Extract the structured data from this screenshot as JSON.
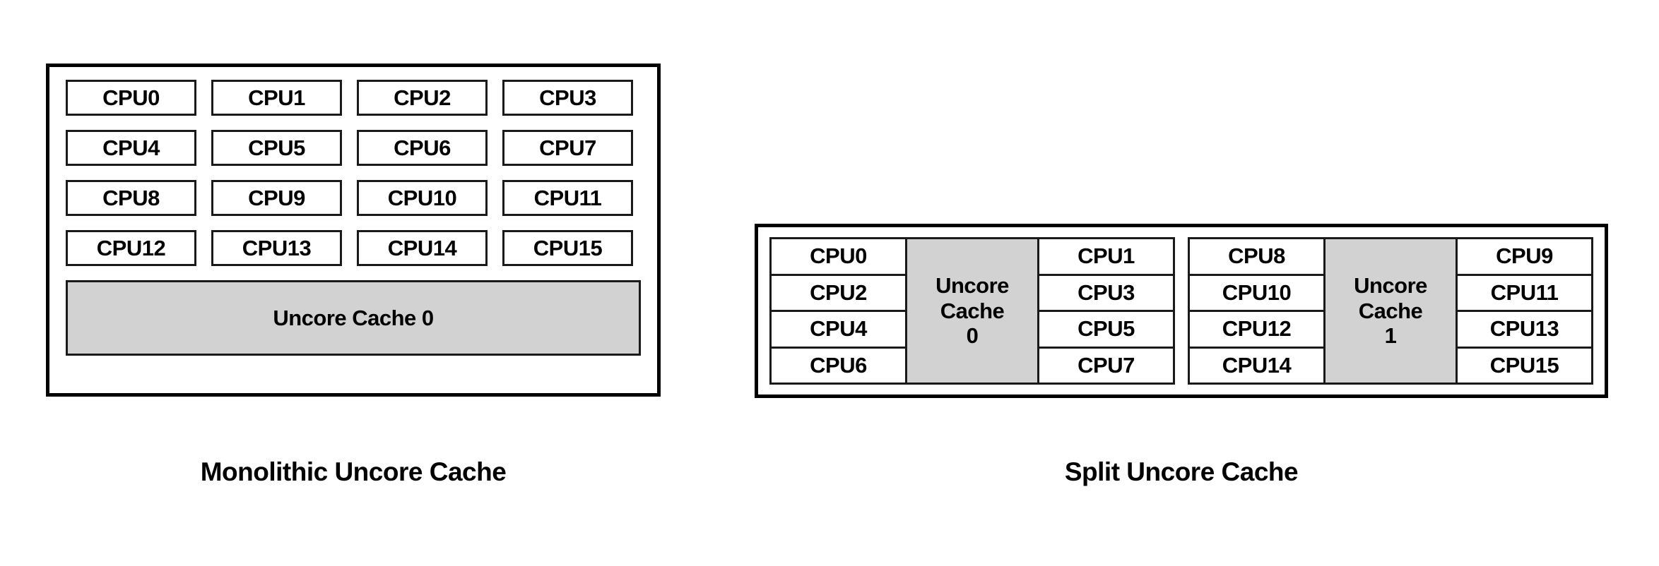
{
  "background_color": "#ffffff",
  "cache_fill_color": "#d2d2d2",
  "border_color": "#000000",
  "text_color": "#000000",
  "figures": {
    "monolithic": {
      "caption": "Monolithic Uncore Cache",
      "cpus": [
        "CPU0",
        "CPU1",
        "CPU2",
        "CPU3",
        "CPU4",
        "CPU5",
        "CPU6",
        "CPU7",
        "CPU8",
        "CPU9",
        "CPU10",
        "CPU11",
        "CPU12",
        "CPU13",
        "CPU14",
        "CPU15"
      ],
      "cache_label": "Uncore Cache 0"
    },
    "split": {
      "caption": "Split Uncore Cache",
      "sockets": [
        {
          "left_column": [
            "CPU0",
            "CPU2",
            "CPU4",
            "CPU6"
          ],
          "cache_line1": "Uncore",
          "cache_line2": "Cache",
          "cache_line3": "0",
          "right_column": [
            "CPU1",
            "CPU3",
            "CPU5",
            "CPU7"
          ]
        },
        {
          "left_column": [
            "CPU8",
            "CPU10",
            "CPU12",
            "CPU14"
          ],
          "cache_line1": "Uncore",
          "cache_line2": "Cache",
          "cache_line3": "1",
          "right_column": [
            "CPU9",
            "CPU11",
            "CPU13",
            "CPU15"
          ]
        }
      ]
    }
  }
}
